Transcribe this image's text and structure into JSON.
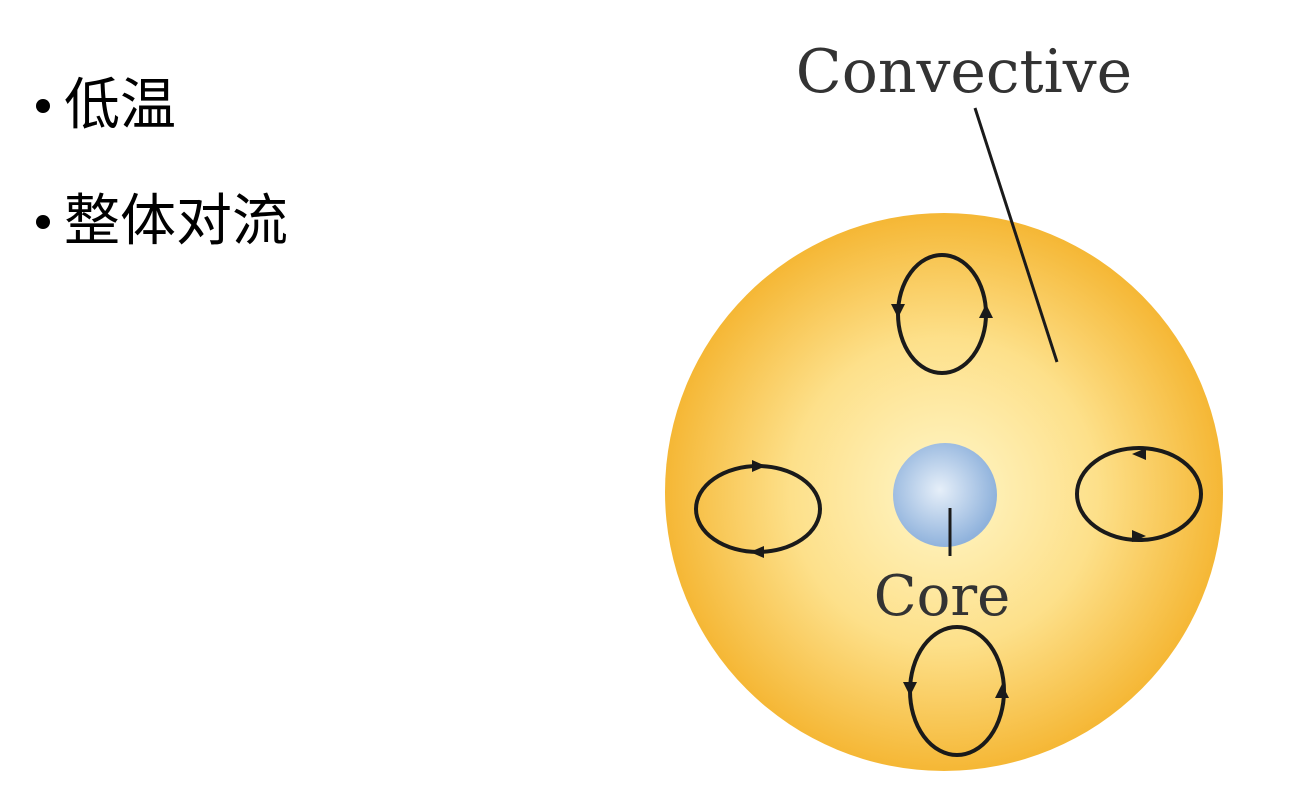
{
  "bullets": [
    {
      "text": "低温"
    },
    {
      "text": "整体对流"
    }
  ],
  "diagram": {
    "labels": {
      "convective": "Convective",
      "core": "Core"
    },
    "colors": {
      "envelope_outer": "#f5b735",
      "envelope_inner": "#fff6c8",
      "core_outer": "#8fb2dc",
      "core_inner": "#e6eff9",
      "loops": "#1a1a1a"
    }
  }
}
